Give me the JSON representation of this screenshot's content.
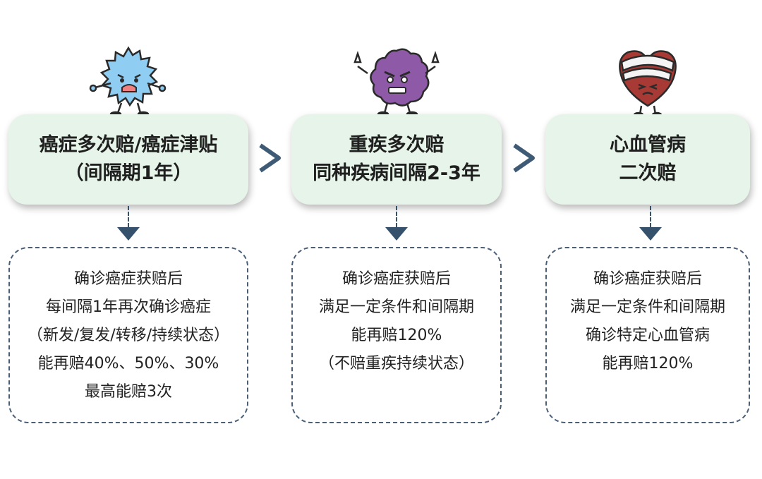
{
  "colors": {
    "card_bg": "#e6f4e9",
    "arrow": "#35516c",
    "separator": "#3e5a75",
    "box_border": "#4a5f76"
  },
  "separators": [
    ">",
    ">"
  ],
  "columns": [
    {
      "mascot": "blue-virus-icon",
      "title_lines": [
        "癌症多次赔/癌症津贴",
        "（间隔期1年）"
      ],
      "detail_lines": [
        "确诊癌症获赔后",
        "每间隔1年再次确诊癌症",
        "（新发/复发/转移/持续状态）",
        "能再赔40%、50%、30%",
        "最高能赔3次"
      ]
    },
    {
      "mascot": "purple-germ-icon",
      "title_lines": [
        "重疾多次赔",
        "同种疾病间隔2-3年"
      ],
      "detail_lines": [
        "确诊癌症获赔后",
        "满足一定条件和间隔期",
        "能再赔120%",
        "（不赔重疾持续状态）"
      ]
    },
    {
      "mascot": "bandaged-heart-icon",
      "title_lines": [
        "心血管病",
        "二次赔"
      ],
      "detail_lines": [
        "确诊癌症获赔后",
        "满足一定条件和间隔期",
        "确诊特定心血管病",
        "能再赔120%"
      ]
    }
  ]
}
